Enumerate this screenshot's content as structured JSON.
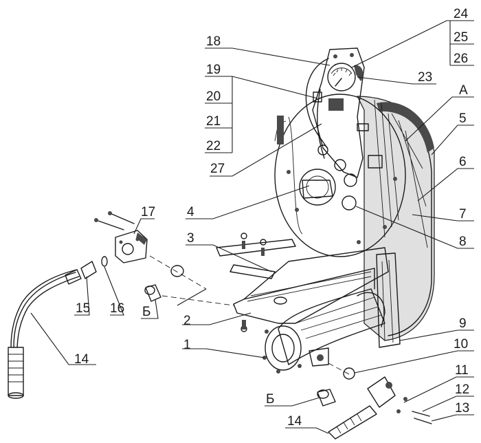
{
  "figure": {
    "callouts": [
      "1",
      "2",
      "3",
      "4",
      "5",
      "6",
      "7",
      "8",
      "9",
      "10",
      "11",
      "12",
      "13",
      "14",
      "14",
      "15",
      "16",
      "17",
      "18",
      "19",
      "20",
      "21",
      "22",
      "23",
      "24",
      "25",
      "26",
      "27",
      "А",
      "Б",
      "Б"
    ]
  }
}
